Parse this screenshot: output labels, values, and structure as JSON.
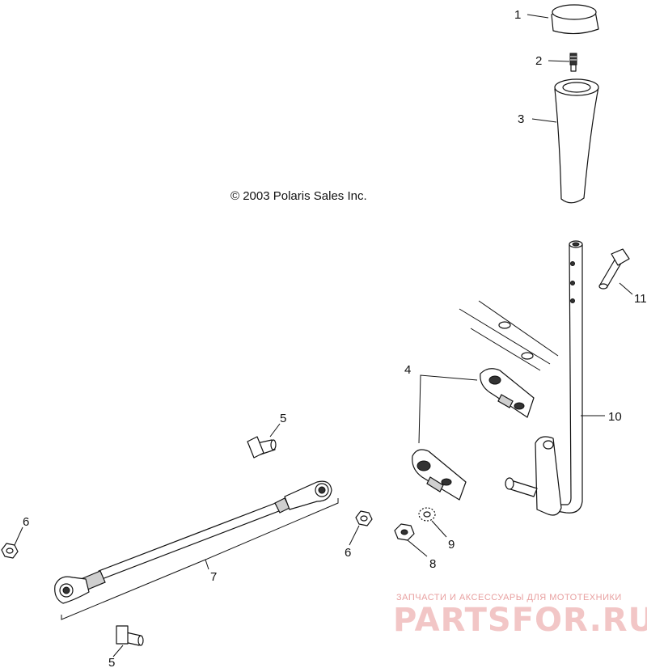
{
  "copyright": "© 2003 Polaris Sales Inc.",
  "callouts": {
    "c1": "1",
    "c2": "2",
    "c3": "3",
    "c4": "4",
    "c5a": "5",
    "c5b": "5",
    "c6a": "6",
    "c6b": "6",
    "c7": "7",
    "c8": "8",
    "c9": "9",
    "c10": "10",
    "c11": "11"
  },
  "watermark": {
    "tagline": "ЗАПЧАСТИ И АКСЕССУАРЫ ДЛЯ МОТОТЕХНИКИ",
    "logo": "PARTSFOR.RU"
  }
}
